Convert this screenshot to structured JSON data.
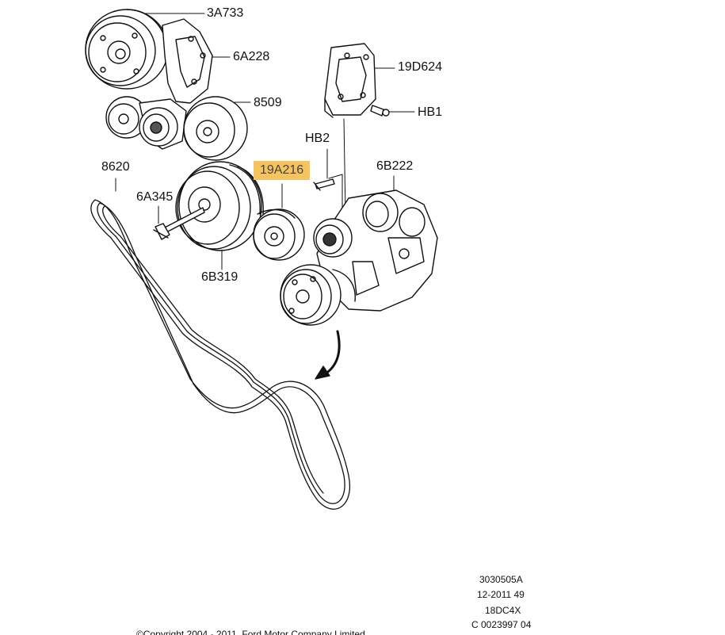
{
  "callouts": {
    "c3A733": "3A733",
    "c6A228": "6A228",
    "c8509": "8509",
    "c19D624": "19D624",
    "cHB1": "HB1",
    "cHB2": "HB2",
    "c8620": "8620",
    "c19A216": "19A216",
    "c6B222": "6B222",
    "c6A345": "6A345",
    "c6B319": "6B319"
  },
  "highlight_color": "#f6c45f",
  "footer": {
    "line1": "3030505A",
    "line2": "12-2011 49",
    "line3": "18DC4X",
    "line4": "C 0023997 04",
    "copyright": "©Copyright  2004 - 2011, Ford Motor Company Limited"
  }
}
